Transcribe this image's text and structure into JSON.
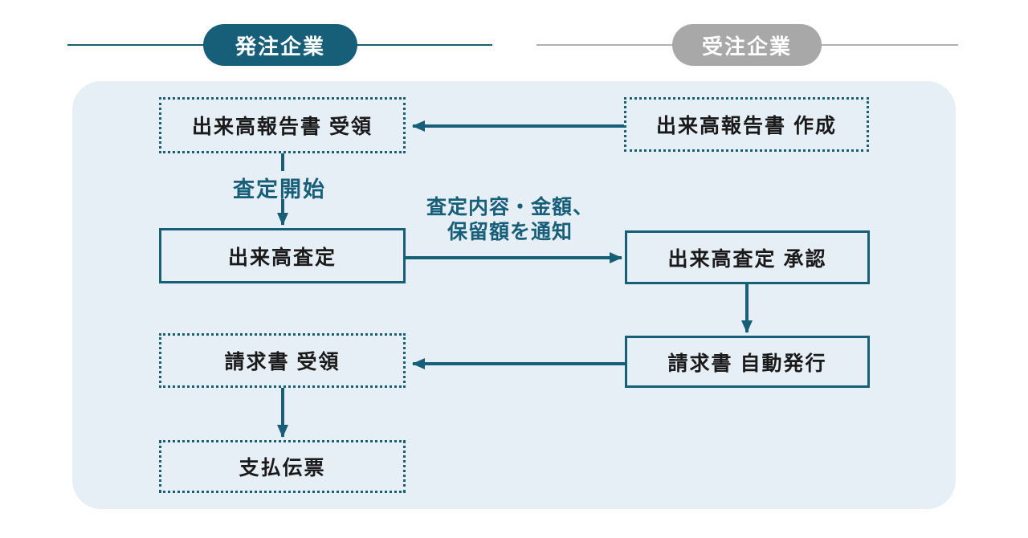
{
  "header": {
    "orderer_label": "発注企業",
    "contractor_label": "受注企業"
  },
  "diagram": {
    "boxes": {
      "report_receive": "出来高報告書 受領",
      "report_create": "出来高報告書 作成",
      "assessment": "出来高査定",
      "assessment_approval": "出来高査定 承認",
      "invoice_auto_issue": "請求書 自動発行",
      "invoice_receive": "請求書 受領",
      "payment_slip": "支払伝票"
    },
    "arrow_labels": {
      "assessment_start": "査定開始",
      "notify_line1": "査定内容・金額、",
      "notify_line2": "保留額を通知"
    }
  },
  "colors": {
    "accent_teal": "#175F78",
    "contractor_gray": "#A8A8A8",
    "panel_background": "#E6EEF6",
    "box_text": "#1A1A1A",
    "contractor_rule_gray": "#B0B0B0"
  }
}
